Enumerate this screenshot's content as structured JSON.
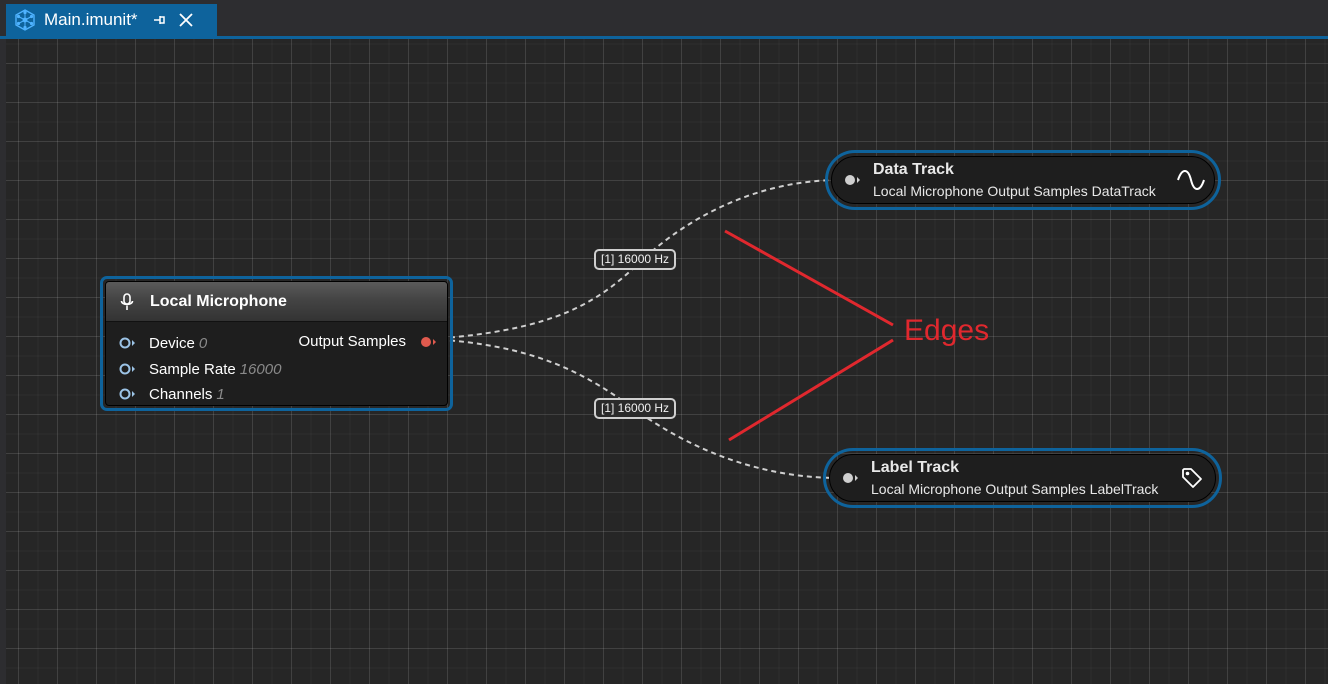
{
  "tab": {
    "title": "Main.imunit*",
    "icons": {
      "doc": "network-icon",
      "pin": "pin-icon",
      "close": "close-icon"
    }
  },
  "colors": {
    "accent": "#0e639c",
    "edge": "#cfcfcf",
    "output_port": "#e05a4e",
    "input_port": "#9cc3e6",
    "annotation": "#e0282e"
  },
  "nodes": {
    "microphone": {
      "icon": "microphone-icon",
      "title": "Local Microphone",
      "inputs": [
        {
          "label": "Device",
          "value": "0"
        },
        {
          "label": "Sample Rate",
          "value": "16000"
        },
        {
          "label": "Channels",
          "value": "1"
        }
      ],
      "output": {
        "label": "Output Samples"
      }
    },
    "data_track": {
      "title": "Data Track",
      "subtitle": "Local Microphone Output Samples DataTrack",
      "icon": "waveform-icon"
    },
    "label_track": {
      "title": "Label Track",
      "subtitle": "Local Microphone Output Samples LabelTrack",
      "icon": "tag-icon"
    }
  },
  "edges": [
    {
      "from": "Local Microphone.Output Samples",
      "to": "Data Track",
      "label": "[1] 16000 Hz"
    },
    {
      "from": "Local Microphone.Output Samples",
      "to": "Label Track",
      "label": "[1] 16000 Hz"
    }
  ],
  "annotation": {
    "text": "Edges"
  }
}
